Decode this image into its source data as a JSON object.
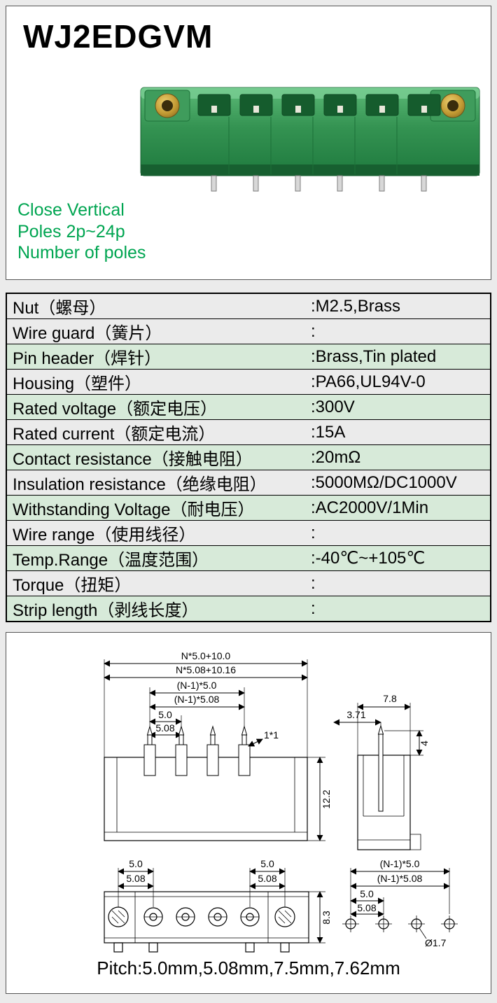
{
  "product": {
    "title": "WJ2EDGVM",
    "features": [
      "Close Vertical",
      "Poles  2p~24p",
      "Number of poles"
    ]
  },
  "specs": {
    "rows": [
      {
        "label": "Nut（螺母）",
        "value": ":M2.5,Brass",
        "highlight": false
      },
      {
        "label": "Wire guard（簧片）",
        "value": ":",
        "highlight": false
      },
      {
        "label": "Pin header（焊针）",
        "value": ":Brass,Tin plated",
        "highlight": true
      },
      {
        "label": "Housing（塑件）",
        "value": ":PA66,UL94V-0",
        "highlight": false
      },
      {
        "label": "Rated voltage（额定电压）",
        "value": ":300V",
        "highlight": true
      },
      {
        "label": "Rated current（额定电流）",
        "value": ":15A",
        "highlight": false
      },
      {
        "label": "Contact resistance（接触电阻）",
        "value": ":20mΩ",
        "highlight": true
      },
      {
        "label": "Insulation resistance（绝缘电阻）",
        "value": ":5000MΩ/DC1000V",
        "highlight": false
      },
      {
        "label": "Withstanding Voltage（耐电压）",
        "value": ":AC2000V/1Min",
        "highlight": true
      },
      {
        "label": "Wire range（使用线径）",
        "value": ":",
        "highlight": false
      },
      {
        "label": "Temp.Range（温度范围）",
        "value": ":-40℃~+105℃",
        "highlight": true
      },
      {
        "label": "Torque（扭矩）",
        "value": ":",
        "highlight": false
      },
      {
        "label": "Strip length（剥线长度）",
        "value": ":",
        "highlight": true
      }
    ]
  },
  "drawing": {
    "front": {
      "dim_total_a": "N*5.0+10.0",
      "dim_total_b": "N*5.08+10.16",
      "dim_span_a": "(N-1)*5.0",
      "dim_span_b": "(N-1)*5.08",
      "dim_pitch_a": "5.0",
      "dim_pitch_b": "5.08",
      "dim_pin": "1*1",
      "dim_height": "12.2"
    },
    "side": {
      "dim_width": "7.8",
      "dim_offset": "3.71",
      "dim_pin_len": "4"
    },
    "bottom": {
      "dim_left_a": "5.0",
      "dim_left_b": "5.08",
      "dim_right_a": "5.0",
      "dim_right_b": "5.08",
      "dim_height": "8.3"
    },
    "holes": {
      "dim_span_a": "(N-1)*5.0",
      "dim_span_b": "(N-1)*5.08",
      "dim_pitch_a": "5.0",
      "dim_pitch_b": "5.08",
      "dim_hole": "Ø1.7"
    },
    "pitch_note": "Pitch:5.0mm,5.08mm,7.5mm,7.62mm"
  }
}
